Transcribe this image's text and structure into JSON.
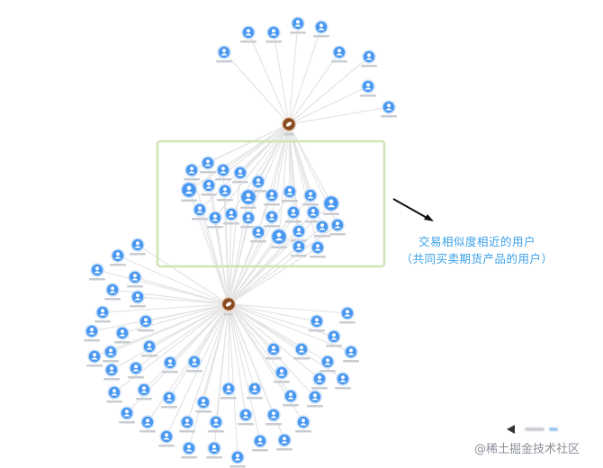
{
  "annotation": {
    "line1": "交易相似度相近的用户",
    "line2": "（共同买卖期货产品的用户）"
  },
  "watermark": "@稀土掘金技术社区",
  "colors": {
    "user_node": "#4a98f0",
    "hub_node": "#8b4a1e",
    "highlight_box": "#cfe3b3",
    "annotation_text": "#3aa0e8",
    "edge": "#e4e4e4"
  },
  "icons": {
    "user_node": "user-icon",
    "hub_node": "leaf-icon",
    "legend": "arrow-left-icon"
  }
}
